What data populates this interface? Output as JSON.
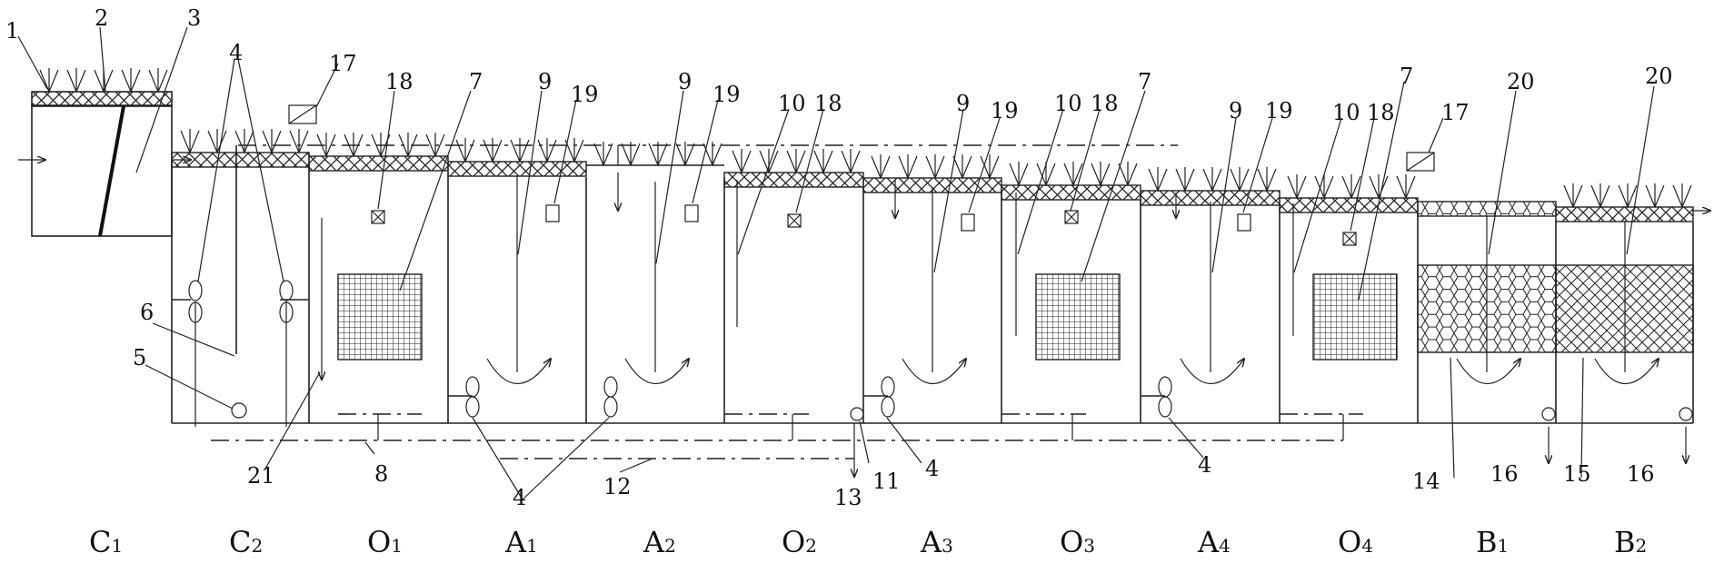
{
  "labels": [
    "1",
    "2",
    "3",
    "4",
    "4",
    "17",
    "18",
    "7",
    "9",
    "19",
    "9",
    "19",
    "10",
    "18",
    "9",
    "19",
    "10",
    "18",
    "7",
    "9",
    "19",
    "10",
    "18",
    "7",
    "17",
    "20",
    "20",
    "6",
    "5",
    "21",
    "8",
    "4",
    "12",
    "13",
    "11",
    "4",
    "4",
    "14",
    "16",
    "15",
    "16"
  ],
  "stages": [
    {
      "main": "C",
      "sub": "1"
    },
    {
      "main": "C",
      "sub": "2"
    },
    {
      "main": "O",
      "sub": "1"
    },
    {
      "main": "A",
      "sub": "1"
    },
    {
      "main": "A",
      "sub": "2"
    },
    {
      "main": "O",
      "sub": "2"
    },
    {
      "main": "A",
      "sub": "3"
    },
    {
      "main": "O",
      "sub": "3"
    },
    {
      "main": "A",
      "sub": "4"
    },
    {
      "main": "O",
      "sub": "4"
    },
    {
      "main": "B",
      "sub": "1"
    },
    {
      "main": "B",
      "sub": "2"
    }
  ]
}
